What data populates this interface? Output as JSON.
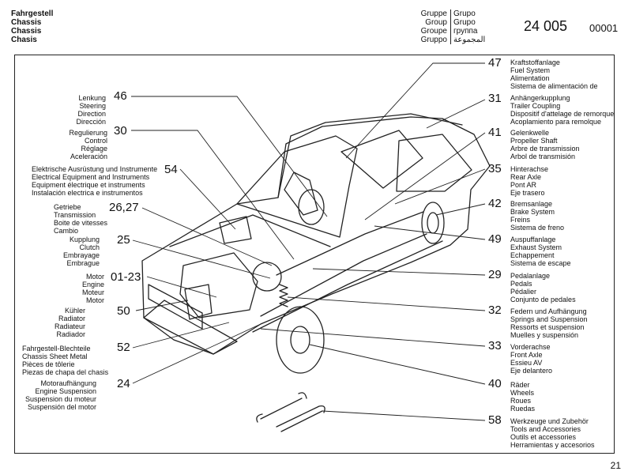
{
  "header": {
    "section": [
      "Fahrgestell",
      "Chassis",
      "Chassis",
      "Chasis"
    ],
    "group_col1": [
      "Gruppe",
      "Group",
      "Groupe",
      "Gruppo"
    ],
    "group_col2": [
      "Grupo",
      "Grupo",
      "группа",
      "المجموعة"
    ],
    "group_number": "24 005",
    "code": "00001"
  },
  "page_number": "21",
  "left_callouts": [
    {
      "num": "46",
      "labels": [
        "Lenkung",
        "Steering",
        "Direction",
        "Dirección"
      ]
    },
    {
      "num": "30",
      "labels": [
        "Regulierung",
        "Control",
        "Réglage",
        "Aceleración"
      ]
    },
    {
      "num": "54",
      "labels": [
        "Elektrische Ausrüstung und Instrumente",
        "Electrical Equipment and Instruments",
        "Equipment électrique et instruments",
        "Instalación electrica e instrumentos"
      ]
    },
    {
      "num": "26,27",
      "labels": [
        "Getriebe",
        "Transmission",
        "Boite de vitesses",
        "Cambio"
      ]
    },
    {
      "num": "25",
      "labels": [
        "Kupplung",
        "Clutch",
        "Embrayage",
        "Embrague"
      ]
    },
    {
      "num": "01-23",
      "labels": [
        "Motor",
        "Engine",
        "Moteur",
        "Motor"
      ]
    },
    {
      "num": "50",
      "labels": [
        "Kühler",
        "Radiator",
        "Radiateur",
        "Radiador"
      ]
    },
    {
      "num": "52",
      "labels": [
        "Fahrgestell-Blechteile",
        "Chassis Sheet Metal",
        "Pièces de tôlerie",
        "Piezas de chapa del chasis"
      ]
    },
    {
      "num": "24",
      "labels": [
        "Motoraufhängung",
        "Engine Suspension",
        "Suspension du moteur",
        "Suspensión del motor"
      ]
    }
  ],
  "right_callouts": [
    {
      "num": "47",
      "labels": [
        "Kraftstoffanlage",
        "Fuel System",
        "Alimentation",
        "Sistema de alimentación de"
      ]
    },
    {
      "num": "31",
      "labels": [
        "Anhängerkupplung",
        "Trailer Coupling",
        "Dispositif d'attelage de remorque",
        "Acoplamiento para remolque"
      ]
    },
    {
      "num": "41",
      "labels": [
        "Gelenkwelle",
        "Propeller Shaft",
        "Arbre de transmission",
        "Arbol de transmisión"
      ]
    },
    {
      "num": "35",
      "labels": [
        "Hinterachse",
        "Rear Axle",
        "Pont AR",
        "Eje trasero"
      ]
    },
    {
      "num": "42",
      "labels": [
        "Bremsanlage",
        "Brake System",
        "Freins",
        "Sistema de freno"
      ]
    },
    {
      "num": "49",
      "labels": [
        "Auspuffanlage",
        "Exhaust System",
        "Echappement",
        "Sistema de escape"
      ]
    },
    {
      "num": "29",
      "labels": [
        "Pedalanlage",
        "Pedals",
        "Pédalier",
        "Conjunto de pedales"
      ]
    },
    {
      "num": "32",
      "labels": [
        "Federn und Aufhängung",
        "Springs and Suspension",
        "Ressorts et suspension",
        "Muelles y suspensión"
      ]
    },
    {
      "num": "33",
      "labels": [
        "Vorderachse",
        "Front Axle",
        "Essieu AV",
        "Eje delantero"
      ]
    },
    {
      "num": "40",
      "labels": [
        "Räder",
        "Wheels",
        "Roues",
        "Ruedas"
      ]
    },
    {
      "num": "58",
      "labels": [
        "Werkzeuge und Zubehör",
        "Tools and Accessories",
        "Outils et accessories",
        "Herramientas y accesorios"
      ]
    }
  ]
}
